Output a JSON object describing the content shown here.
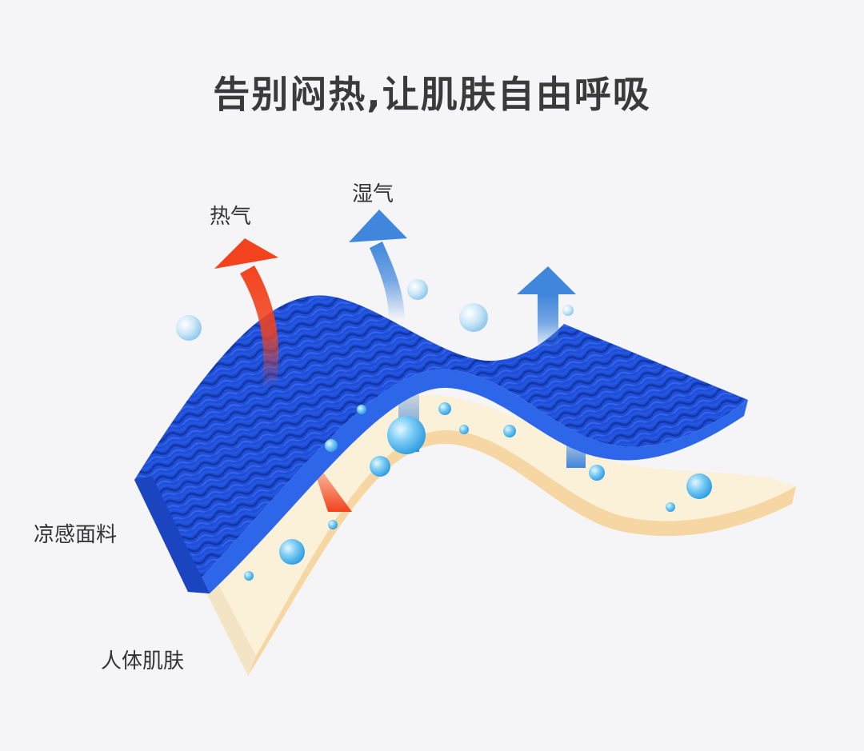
{
  "title": "告别闷热,让肌肤自由呼吸",
  "labels": {
    "heat": "热气",
    "moisture": "湿气",
    "fabric": "凉感面料",
    "skin": "人体肌肤"
  },
  "colors": {
    "background": "#f5f5f7",
    "fabric_blue": "#1f4fd8",
    "fabric_edge": "#2d66e8",
    "skin_cream": "#fbf0d8",
    "skin_edge": "#f6d7a4",
    "heat_arrow": "#f2431e",
    "moisture_arrow": "#3f86dc",
    "droplet": "#4fb8ee"
  },
  "icons": {
    "heat_arrow": "arrow-up-curved-icon",
    "moisture_arrow": "arrow-up-icon",
    "droplet": "water-droplet-icon"
  }
}
